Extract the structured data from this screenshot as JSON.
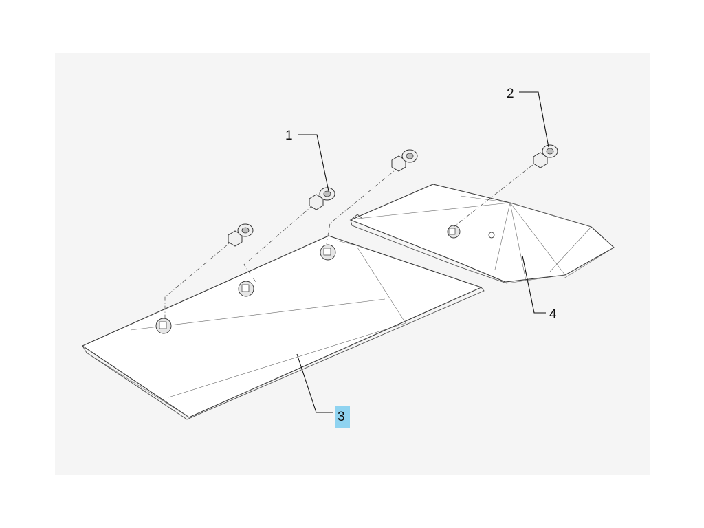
{
  "diagram": {
    "callouts": [
      {
        "label": "1"
      },
      {
        "label": "2"
      },
      {
        "label": "3",
        "highlighted": true
      },
      {
        "label": "4"
      }
    ],
    "highlight_color": "#8fd3f0"
  }
}
